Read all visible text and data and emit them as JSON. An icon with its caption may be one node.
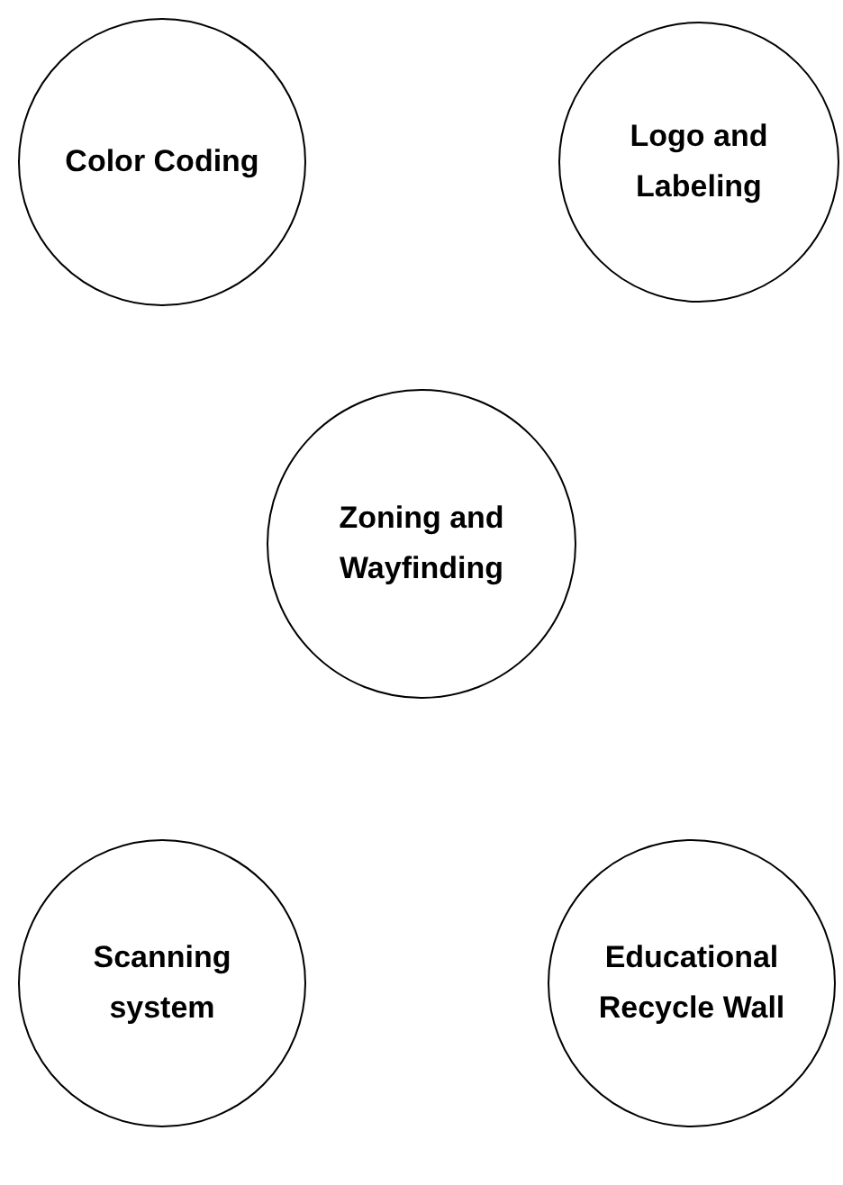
{
  "diagram": {
    "nodes": [
      {
        "text": [
          "Color Coding"
        ]
      },
      {
        "text": [
          "Logo and Labeling"
        ]
      },
      {
        "text": [
          "Zoning and Wayfinding"
        ]
      },
      {
        "text": [
          "Scanning system"
        ]
      },
      {
        "text": [
          "Educational Recycle Wall"
        ]
      }
    ]
  }
}
